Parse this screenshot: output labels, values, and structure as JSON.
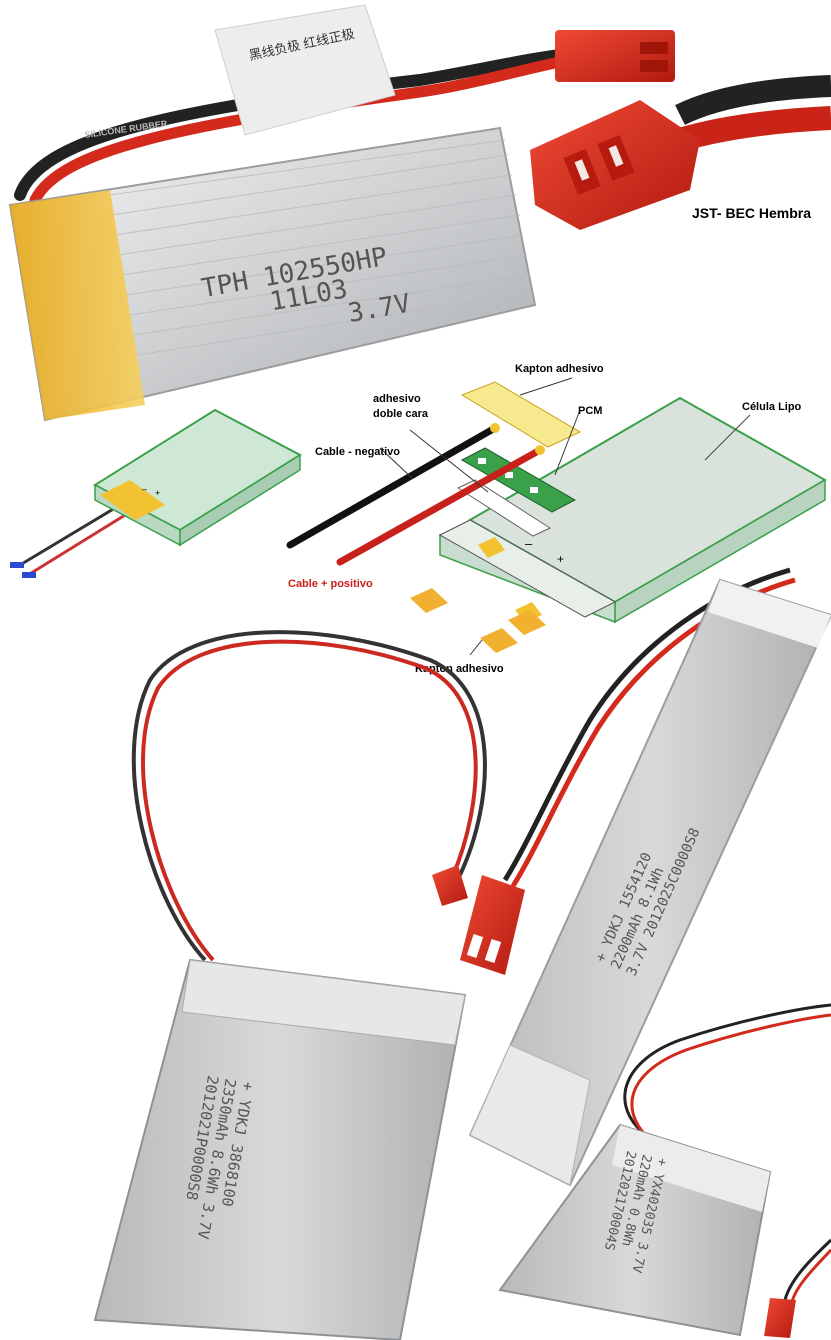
{
  "top_battery": {
    "print_line1": "TPH 102550HP",
    "print_line2": "11L03",
    "print_line3": "3.7V",
    "cable_print": "SILICONE RUBBER",
    "tag_text": "黑线负极 红线正极"
  },
  "connector_label": "JST- BEC Hembra",
  "diagram": {
    "kapton_top": "Kapton adhesivo",
    "adhesivo_line1": "adhesivo",
    "adhesivo_line2": "doble cara",
    "pcm": "PCM",
    "celula": "Célula Lipo",
    "cable_neg": "Cable - negativo",
    "cable_pos": "Cable + positivo",
    "kapton_bottom": "Kapton adhesivo",
    "minus": "–",
    "plus": "+"
  },
  "large_cell": {
    "line1": "+ YDKJ 3868100",
    "line2": "2350mAh 8.6Wh 3.7V",
    "line3": "2012021P0000S8"
  },
  "long_cell": {
    "line1": "+ YDKJ 1554120",
    "line2": "2200mAh 8.1Wh",
    "line3": "3.7V 2012025C0000S8"
  },
  "small_cell": {
    "line1": "+ YX402035 3.7V",
    "line2": "220mAh 0.8Wh",
    "line3": "201202170004S"
  },
  "colors": {
    "red_wire": "#d42a1c",
    "black_wire": "#222222",
    "connector": "#d9281a",
    "cell_silver": "#c9cbcd",
    "kapton": "#f2c230",
    "pcm_green": "#3aa04a"
  }
}
